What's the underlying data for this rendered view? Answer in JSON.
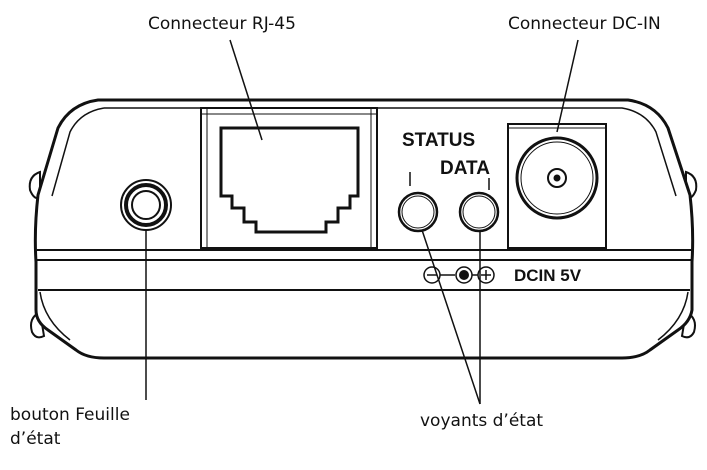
{
  "callouts": {
    "rj45": "Connecteur RJ-45",
    "dcin": "Connecteur DC-IN",
    "status_button_line1": "bouton Feuille",
    "status_button_line2": "d’état",
    "leds": "voyants d’état"
  },
  "panel_labels": {
    "status": "STATUS",
    "data": "DATA",
    "power": "DCIN 5V"
  },
  "icons": {
    "minus": "minus-circle-icon",
    "center": "dot-circle-icon",
    "plus": "plus-circle-icon"
  }
}
